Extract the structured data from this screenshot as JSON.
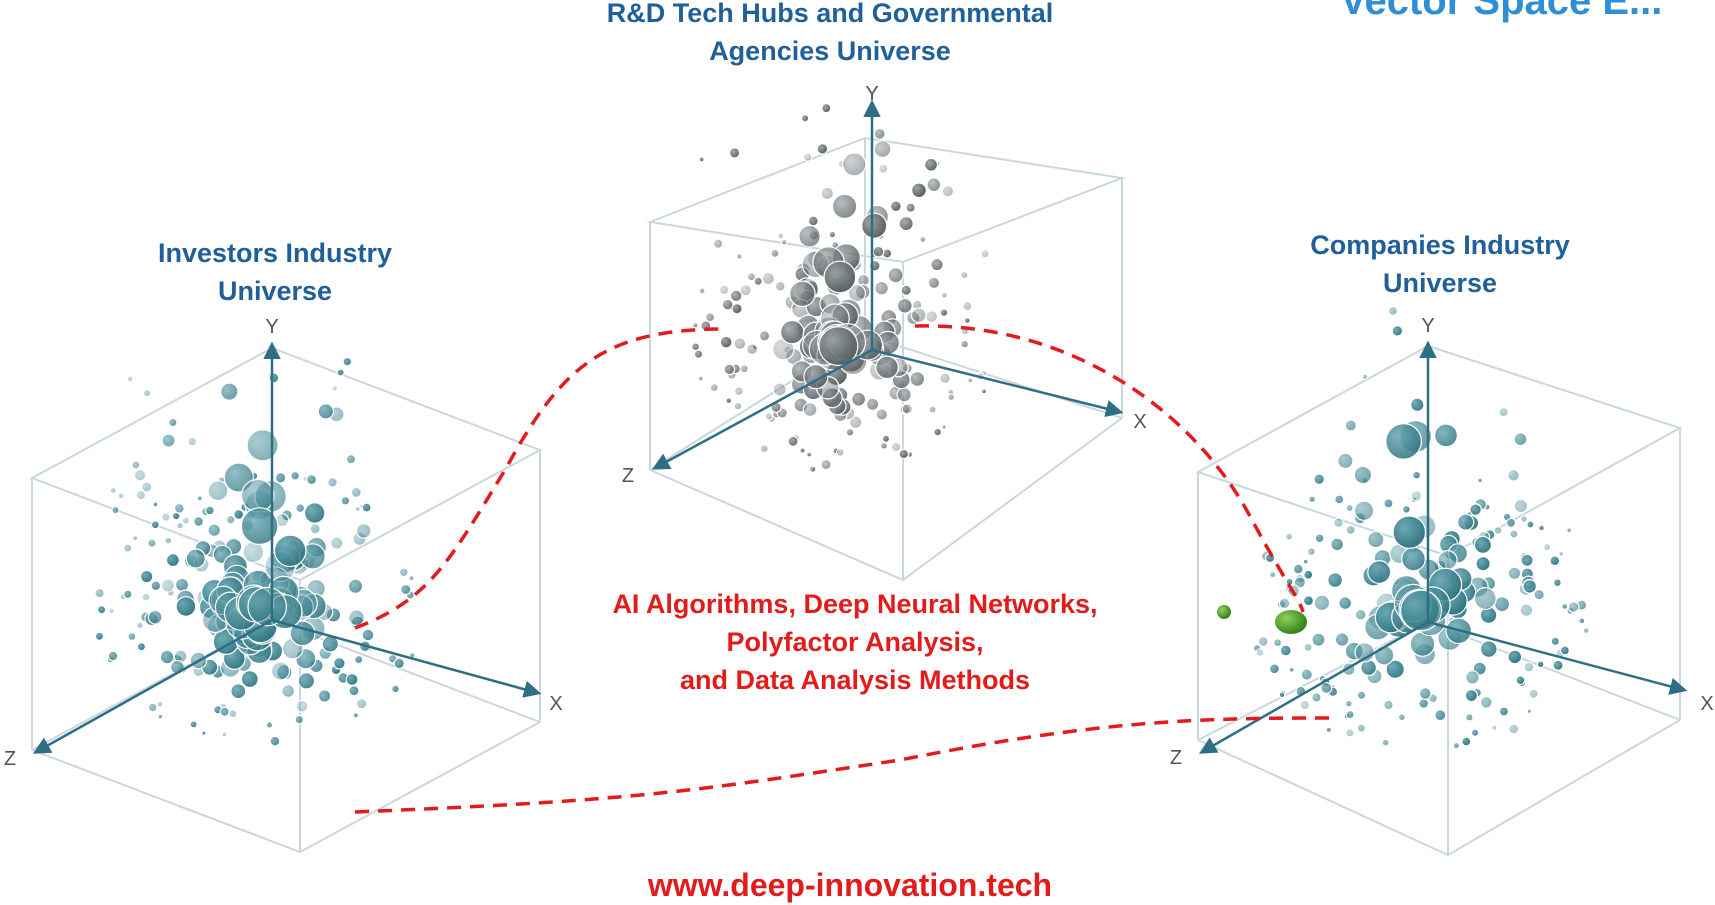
{
  "header": {
    "corner_title": "Vector Space E..."
  },
  "universes": [
    {
      "id": "investors",
      "title_line1": "Investors Industry",
      "title_line2": "Universe",
      "axis_x": "X",
      "axis_y": "Y",
      "axis_z": "Z",
      "node_color": "#2e7480"
    },
    {
      "id": "rnd",
      "title_line1": "R&D Tech Hubs and Governmental",
      "title_line2": "Agencies Universe",
      "axis_x": "X",
      "axis_y": "Y",
      "axis_z": "Z",
      "node_color": "#5c6366"
    },
    {
      "id": "companies",
      "title_line1": "Companies Industry",
      "title_line2": "Universe",
      "axis_x": "X",
      "axis_y": "Y",
      "axis_z": "Z",
      "node_color": "#2e7480"
    }
  ],
  "methods": {
    "line1": "AI Algorithms, Deep Neural Networks,",
    "line2": "Polyfactor Analysis,",
    "line3": "and Data Analysis Methods"
  },
  "footer": {
    "url": "www.deep-innovation.tech"
  },
  "colors": {
    "title_blue": "#1f5f9a",
    "accent_red": "#e21b1b",
    "highlight_green": "#3c9a1e",
    "cube_edge": "#c9d7de",
    "axis": "#2f6f86"
  }
}
